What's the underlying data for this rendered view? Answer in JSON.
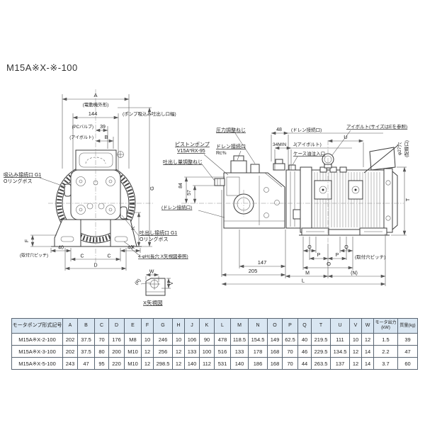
{
  "title": "M15A※X-※-100",
  "front": {
    "a": "A",
    "a_note": "(電動機外形)",
    "d144": "144",
    "port_note": "(ポンプ吸込み吐出し口幅)",
    "pc_valve": "(PCバルブ)",
    "d39": "39",
    "eyebolt_note": "(アイボルト)",
    "b": "B",
    "suction1": "吸込み接続口 G1",
    "suction2": "Oリングボス",
    "f": "F",
    "d40": "40",
    "pitch": "(取付穴ピッチ)",
    "c": "C",
    "d": "D",
    "g": "G",
    "k": "K",
    "x": "X",
    "discharge1": "吐出し接続口 G1",
    "discharge2": "Oリングボス",
    "holes": "4-φH(長穴 X矢視図参照)"
  },
  "vx": {
    "w": "W",
    "v": "V",
    "r": "(R)",
    "caption": "X矢視図"
  },
  "side": {
    "pressure": "圧力調整ねじ",
    "d48": "48",
    "drain48": "(ドレン接続口)",
    "d34": "34MIN",
    "j": "J(アイボルト)",
    "eyebolt": "アイボルト(サイズはEを参照)",
    "u": "U",
    "hole27a": "φ27穴",
    "hole27b": "(配線口)",
    "pump1": "ピストンポンプ",
    "pump2": "V15A*RX-95",
    "drain1": "ドレン接続口",
    "drain2": "Rc⅜",
    "oil": "ケース油注入口",
    "adjust": "吐出し量調整ねじ",
    "d84": "84",
    "d57": "57",
    "drain_b": "(ドレン接続口)",
    "t": "T",
    "q": "Q",
    "p": "P",
    "pitch": "(取付穴ピッチ)",
    "d147": "147",
    "o": "O",
    "d205": "205",
    "m": "M",
    "n": "(N)",
    "l": "L"
  },
  "table": {
    "headers": [
      "モータポンプ形式記号",
      "A",
      "B",
      "C",
      "D",
      "E",
      "F",
      "G",
      "H",
      "J",
      "K",
      "L",
      "M",
      "N",
      "O",
      "P",
      "Q",
      "T",
      "U",
      "V",
      "W",
      "モータ出力(kW)",
      "質量(kg)"
    ],
    "rows": [
      [
        "M15A※X-2-100",
        "202",
        "37.5",
        "70",
        "176",
        "M8",
        "10",
        "246",
        "10",
        "106",
        "90",
        "478",
        "118.5",
        "154.5",
        "149",
        "62.5",
        "40",
        "219.5",
        "111",
        "10",
        "12",
        "1.5",
        "39"
      ],
      [
        "M15A※X-3-100",
        "202",
        "37.5",
        "80",
        "200",
        "M10",
        "12",
        "256",
        "12",
        "133",
        "100",
        "516",
        "133",
        "178",
        "168",
        "70",
        "46",
        "229.5",
        "134.5",
        "12",
        "14",
        "2.2",
        "47"
      ],
      [
        "M15A※X-5-100",
        "243",
        "47",
        "95",
        "220",
        "M10",
        "12",
        "298.5",
        "12",
        "140",
        "112",
        "531",
        "140",
        "186",
        "168",
        "70",
        "44",
        "263.5",
        "137",
        "12",
        "14",
        "3.7",
        "60"
      ]
    ]
  }
}
